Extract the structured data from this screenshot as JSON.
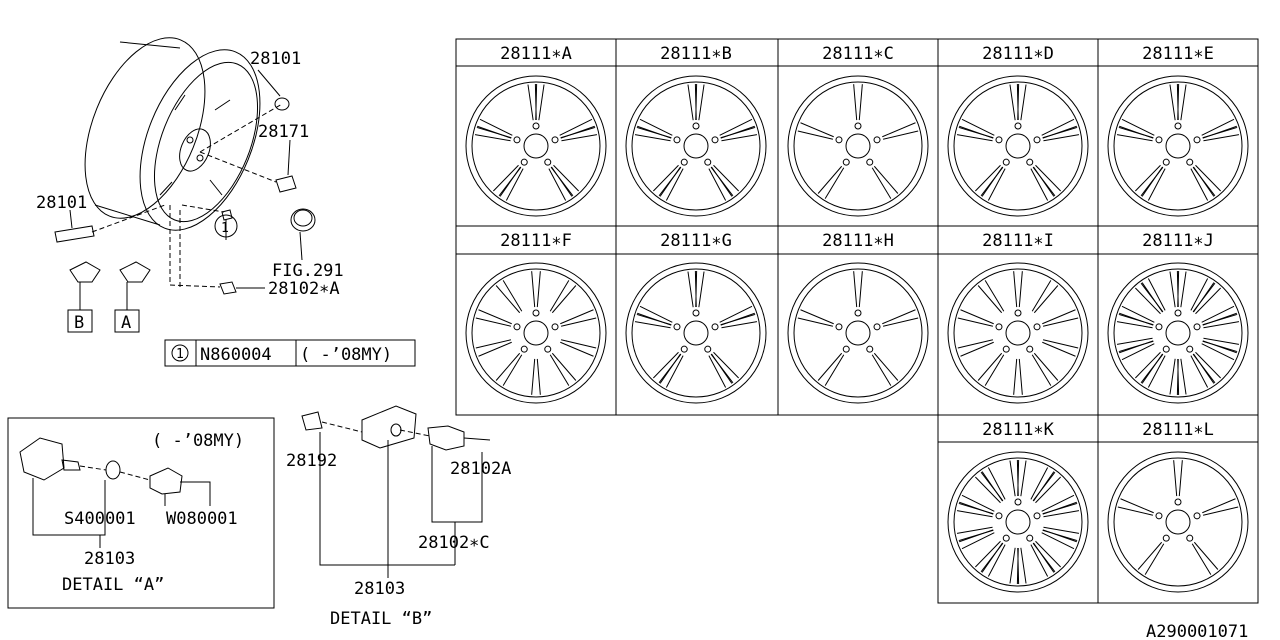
{
  "diagram": {
    "part_labels": {
      "p28101_top": "28101",
      "p28171": "28171",
      "p28101_left": "28101",
      "fig291": "FIG.291",
      "p28102a_top": "28102∗A",
      "p28192": "28192",
      "p28102a_b": "28102A",
      "p28102c": "28102∗C",
      "p28103_b": "28103",
      "p28103_a": "28103",
      "s400001": "S400001",
      "w080001": "W080001"
    },
    "callout_num": "1",
    "box_b": "B",
    "box_a": "A",
    "legend": {
      "num": "1",
      "part": "N860004",
      "note": "( -’08MY)"
    },
    "detail_a": {
      "note": "( -’08MY)",
      "title": "DETAIL “A”"
    },
    "detail_b": {
      "title": "DETAIL “B”"
    },
    "wheels": [
      {
        "label": "28111∗A",
        "style": "split5"
      },
      {
        "label": "28111∗B",
        "style": "split5b"
      },
      {
        "label": "28111∗C",
        "style": "five"
      },
      {
        "label": "28111∗D",
        "style": "split5"
      },
      {
        "label": "28111∗E",
        "style": "split5b"
      },
      {
        "label": "28111∗F",
        "style": "ten"
      },
      {
        "label": "28111∗G",
        "style": "split5"
      },
      {
        "label": "28111∗H",
        "style": "five"
      },
      {
        "label": "28111∗I",
        "style": "ten"
      },
      {
        "label": "28111∗J",
        "style": "multi"
      },
      {
        "label": "28111∗K",
        "style": "multi"
      },
      {
        "label": "28111∗L",
        "style": "five"
      }
    ],
    "ref_code": "A290001071"
  }
}
